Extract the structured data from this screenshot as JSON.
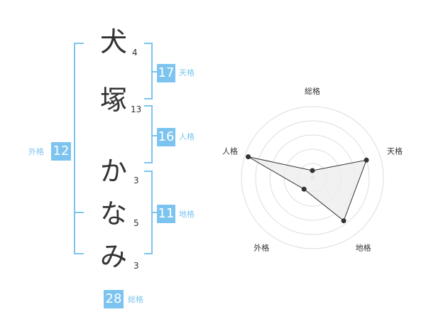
{
  "characters": [
    {
      "char": "犬",
      "strokes": "4"
    },
    {
      "char": "塚",
      "strokes": "13"
    },
    {
      "char": "か",
      "strokes": "3"
    },
    {
      "char": "な",
      "strokes": "5"
    },
    {
      "char": "み",
      "strokes": "3"
    }
  ],
  "kaku": {
    "tenkaku": {
      "value": "17",
      "label": "天格"
    },
    "jinkaku": {
      "value": "16",
      "label": "人格"
    },
    "chikaku": {
      "value": "11",
      "label": "地格"
    },
    "gaikaku": {
      "value": "12",
      "label": "外格"
    },
    "soukaku": {
      "value": "28",
      "label": "総格"
    }
  },
  "radar": {
    "axes": [
      "総格",
      "天格",
      "地格",
      "外格",
      "人格"
    ],
    "values": [
      0.1,
      0.8,
      0.75,
      0.2,
      0.95
    ],
    "ring_color": "#dddddd",
    "fill_color": "#eeeeee",
    "line_color": "#333333"
  },
  "colors": {
    "accent": "#7cc4ef",
    "text": "#333333"
  }
}
